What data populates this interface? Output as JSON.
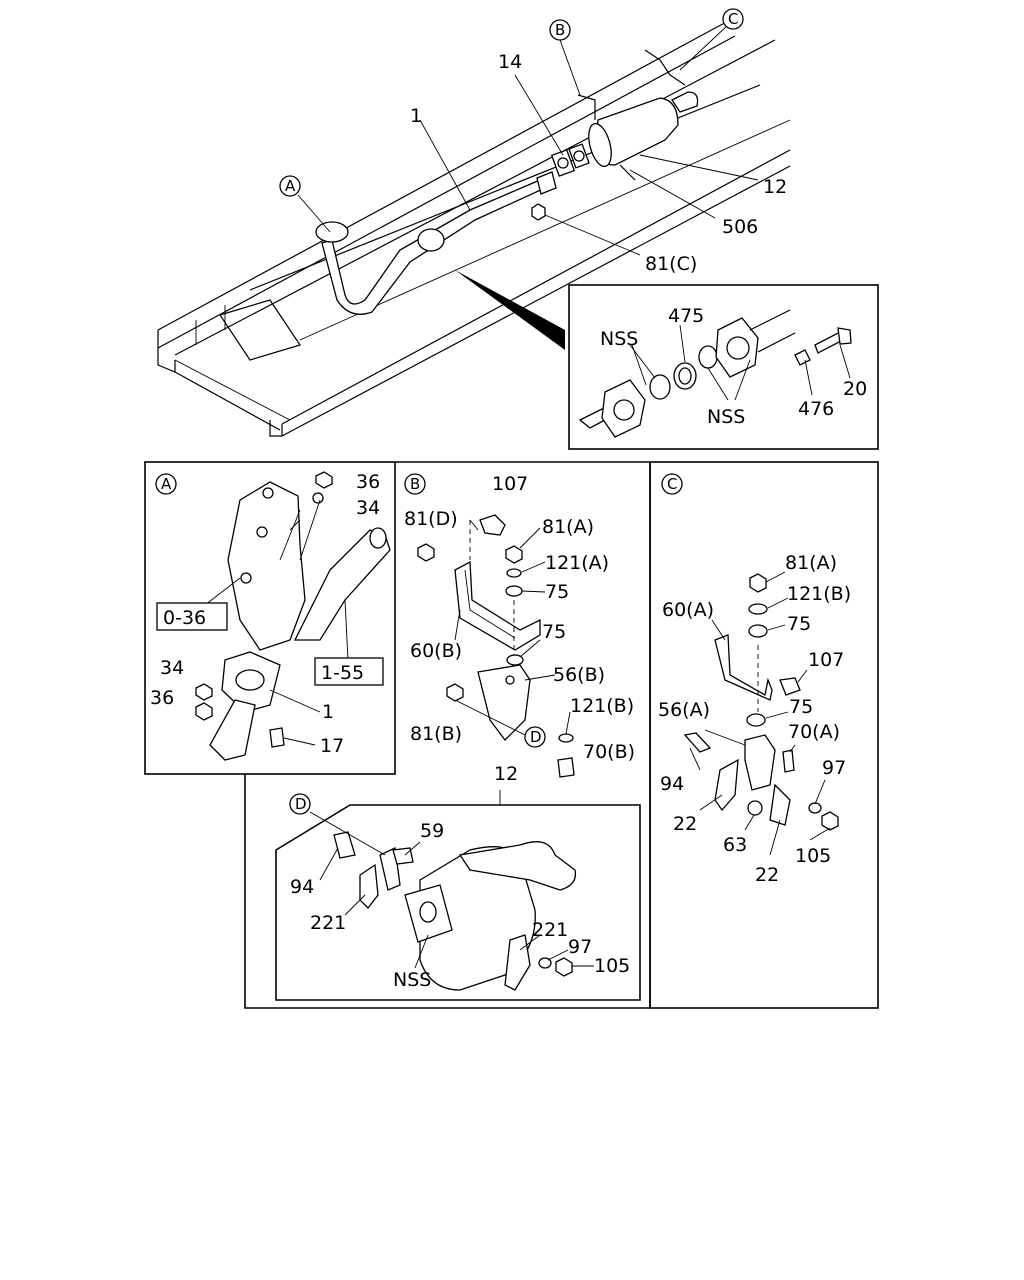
{
  "labels": {
    "main": {
      "p1": "1",
      "p14": "14",
      "p12": "12",
      "p506": "506",
      "p81c": "81(C)",
      "callout_a": "A",
      "callout_b": "B",
      "callout_c": "C"
    },
    "inset": {
      "p475": "475",
      "nss1": "NSS",
      "nss2": "NSS",
      "p476": "476",
      "p20": "20"
    },
    "detail_a": {
      "title": "A",
      "p36a": "36",
      "p34a": "34",
      "ref036": "0-36",
      "ref155": "1-55",
      "p34b": "34",
      "p36b": "36",
      "p1": "1",
      "p17": "17"
    },
    "detail_b": {
      "title": "B",
      "p107": "107",
      "p81d": "81(D)",
      "p81a": "81(A)",
      "p121a": "121(A)",
      "p75a": "75",
      "p75b": "75",
      "p60b": "60(B)",
      "p56b": "56(B)",
      "p121b": "121(B)",
      "p81b": "81(B)",
      "callout_d": "D",
      "p70b": "70(B)"
    },
    "detail_c": {
      "title": "C",
      "p81a": "81(A)",
      "p121b": "121(B)",
      "p60a": "60(A)",
      "p75a": "75",
      "p107": "107",
      "p56a": "56(A)",
      "p75b": "75",
      "p70a": "70(A)",
      "p94": "94",
      "p97": "97",
      "p22a": "22",
      "p63": "63",
      "p105": "105",
      "p22b": "22"
    },
    "detail_d": {
      "p12": "12",
      "title": "D",
      "p59": "59",
      "p94": "94",
      "p221a": "221",
      "p221b": "221",
      "p97": "97",
      "p105": "105",
      "nss": "NSS"
    }
  }
}
